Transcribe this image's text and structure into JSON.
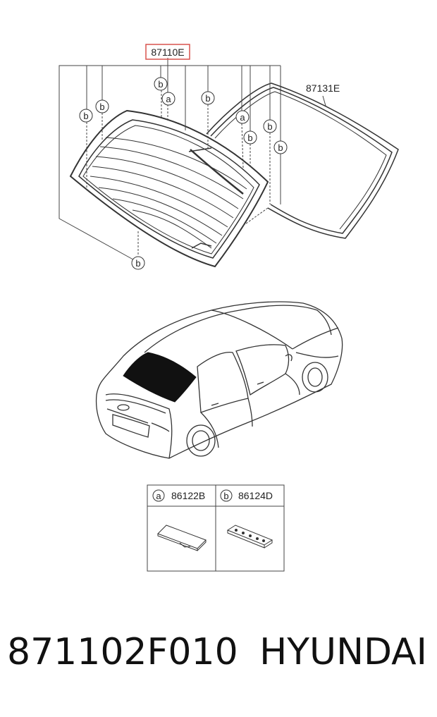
{
  "diagram": {
    "main_part_label": "87110E",
    "secondary_part_label": "87131E",
    "callout_a": "a",
    "callout_b": "b"
  },
  "legend": {
    "items": [
      {
        "key": "a",
        "part": "86122B"
      },
      {
        "key": "b",
        "part": "86124D"
      }
    ]
  },
  "footer": {
    "part_number": "871102F010",
    "brand": "HYUNDAI"
  },
  "colors": {
    "highlight_box": "#d9534f",
    "line": "#333333",
    "glass_fill": "#111111"
  }
}
